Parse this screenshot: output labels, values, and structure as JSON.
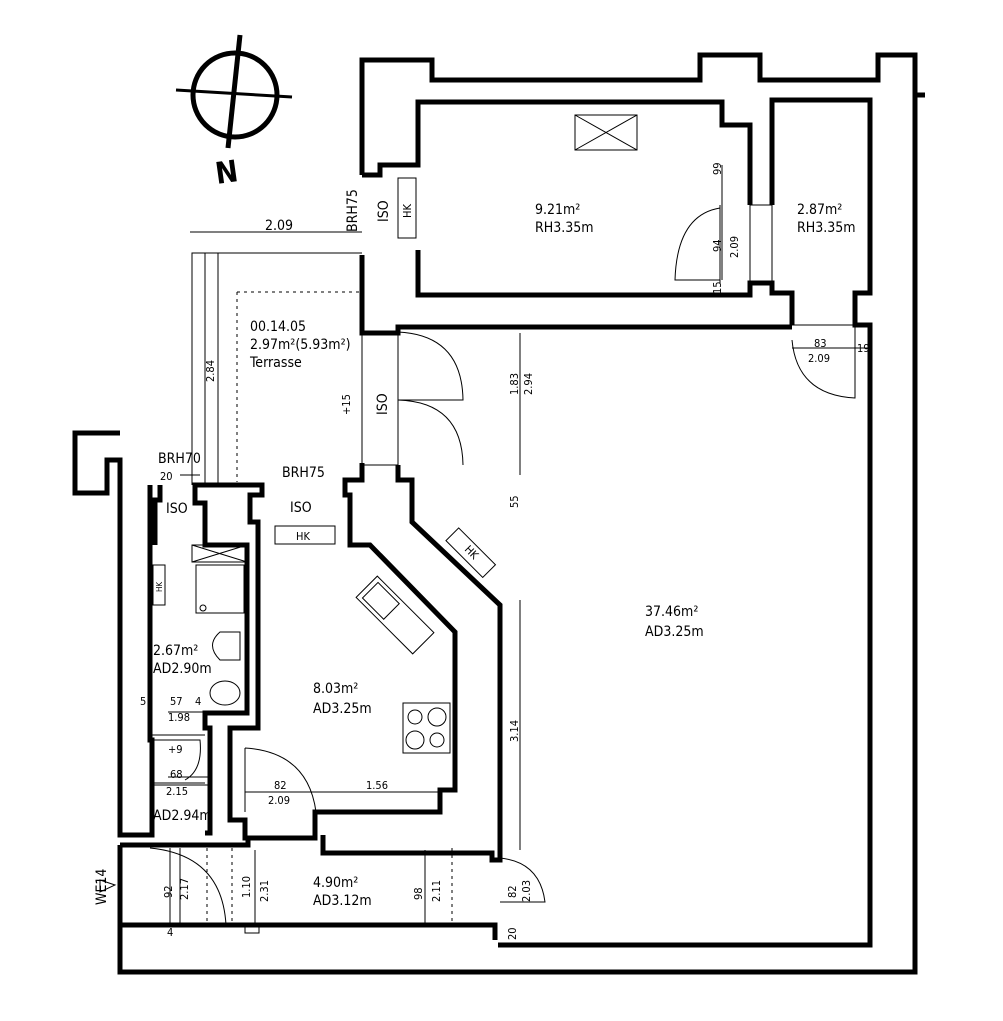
{
  "compass": {
    "north_label": "N"
  },
  "colors": {
    "ink": "#000000",
    "paper": "#ffffff"
  },
  "rooms": {
    "room_a": {
      "area": "9.21m²",
      "height": "RH3.35m"
    },
    "room_b": {
      "area": "2.87m²",
      "height": "RH3.35m"
    },
    "terrace": {
      "id": "00.14.05",
      "area": "2.97m²(5.93m²)",
      "name": "Terrasse"
    },
    "living": {
      "area": "37.46m²",
      "height": "AD3.25m"
    },
    "bath": {
      "area": "2.67m²",
      "height": "AD2.90m"
    },
    "wc": {
      "height": "AD2.94m"
    },
    "kitchen": {
      "area": "8.03m²",
      "height": "AD3.25m"
    },
    "hall": {
      "area": "4.90m²",
      "height": "AD3.12m"
    }
  },
  "labels": {
    "brh75_top": "BRH75",
    "iso_top": "ISO",
    "hk_top": "HK",
    "brh70": "BRH70",
    "brh75_mid": "BRH75",
    "iso_terrace": "ISO",
    "iso_bath": "ISO",
    "iso_kitchen": "ISO",
    "hk_kitchen": "HK",
    "hk_diag": "HK",
    "hk_bath": "HK",
    "entry": "WE14",
    "level_terrace": "+15",
    "level_wc": "+9"
  },
  "dimensions": {
    "terrace_width": "2.09",
    "terrace_depth": "2.84",
    "a_99": "99",
    "a_94": "94",
    "a_209": "2.09",
    "a_15": "15",
    "b_83": "83",
    "b_209": "2.09",
    "b_19": "19",
    "l_183": "1.83",
    "l_294": "2.94",
    "l_55": "55",
    "l_314": "3.14",
    "l_82": "82",
    "l_203": "2.03",
    "l_20": "20",
    "brh70_20": "20",
    "bath_5": "5",
    "bath_57": "57",
    "bath_4": "4",
    "bath_198": "1.98",
    "wc_68": "68",
    "wc_215": "2.15",
    "k_82": "82",
    "k_209": "2.09",
    "k_156": "1.56",
    "h_92": "92",
    "h_217": "2.17",
    "h_4": "4",
    "h_110": "1.10",
    "h_231": "2.31",
    "h_98": "98",
    "h_211": "2.11"
  }
}
